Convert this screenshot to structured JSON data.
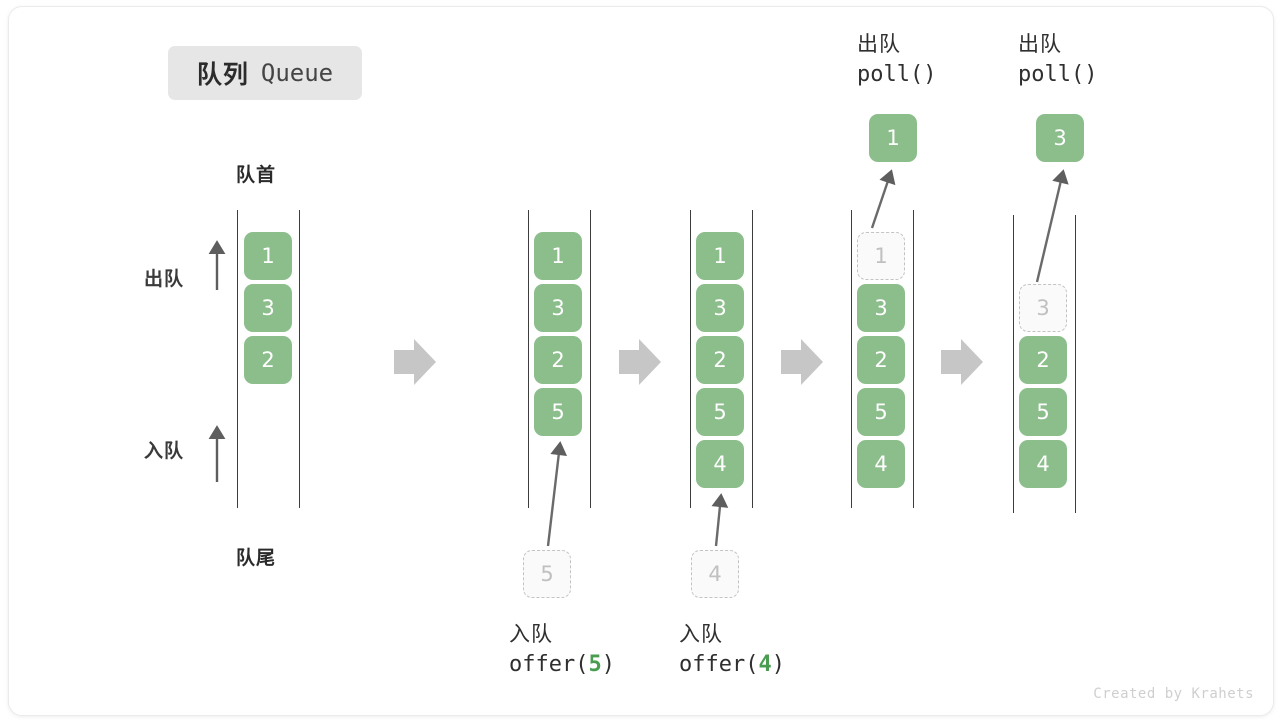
{
  "title": {
    "cn": "队列",
    "en": "Queue"
  },
  "labels": {
    "head": "队首",
    "tail": "队尾",
    "dequeue": "出队",
    "enqueue": "入队"
  },
  "credit": "Created by Krahets",
  "colors": {
    "cell_fill": "#8cbe8c",
    "cell_text": "#ffffff",
    "ghost_fill": "#fafafa",
    "ghost_border": "#c3c3c3",
    "ghost_text": "#c0c0c0",
    "rail": "#3d3d3d",
    "flow_arrow": "#c6c6c6",
    "op_arrow": "#5e5e5e",
    "badge_bg": "#e6e6e6",
    "arg_green": "#4a9d50"
  },
  "columns": [
    {
      "id": "state-initial",
      "cells": [
        {
          "value": "1",
          "state": "solid"
        },
        {
          "value": "3",
          "state": "solid"
        },
        {
          "value": "2",
          "state": "solid"
        }
      ]
    },
    {
      "id": "state-after-offer-5",
      "cells": [
        {
          "value": "1",
          "state": "solid"
        },
        {
          "value": "3",
          "state": "solid"
        },
        {
          "value": "2",
          "state": "solid"
        },
        {
          "value": "5",
          "state": "solid"
        }
      ],
      "incoming": {
        "value": "5",
        "state": "ghost"
      }
    },
    {
      "id": "state-after-offer-4",
      "cells": [
        {
          "value": "1",
          "state": "solid"
        },
        {
          "value": "3",
          "state": "solid"
        },
        {
          "value": "2",
          "state": "solid"
        },
        {
          "value": "5",
          "state": "solid"
        },
        {
          "value": "4",
          "state": "solid"
        }
      ],
      "incoming": {
        "value": "4",
        "state": "ghost"
      }
    },
    {
      "id": "state-after-poll-1",
      "cells": [
        {
          "value": "1",
          "state": "ghost"
        },
        {
          "value": "3",
          "state": "solid"
        },
        {
          "value": "2",
          "state": "solid"
        },
        {
          "value": "5",
          "state": "solid"
        },
        {
          "value": "4",
          "state": "solid"
        }
      ],
      "outgoing": {
        "value": "1",
        "state": "solid"
      }
    },
    {
      "id": "state-after-poll-3",
      "cells": [
        {
          "value": "3",
          "state": "ghost"
        },
        {
          "value": "2",
          "state": "solid"
        },
        {
          "value": "5",
          "state": "solid"
        },
        {
          "value": "4",
          "state": "solid"
        }
      ],
      "outgoing": {
        "value": "3",
        "state": "solid"
      }
    }
  ],
  "operations": [
    {
      "id": "op-offer-5",
      "cn": "入队",
      "fn": "offer(",
      "arg": "5",
      "close": ")"
    },
    {
      "id": "op-offer-4",
      "cn": "入队",
      "fn": "offer(",
      "arg": "4",
      "close": ")"
    },
    {
      "id": "op-poll-1",
      "cn": "出队",
      "fn": "poll()",
      "arg": "",
      "close": ""
    },
    {
      "id": "op-poll-3",
      "cn": "出队",
      "fn": "poll()",
      "arg": "",
      "close": ""
    }
  ]
}
